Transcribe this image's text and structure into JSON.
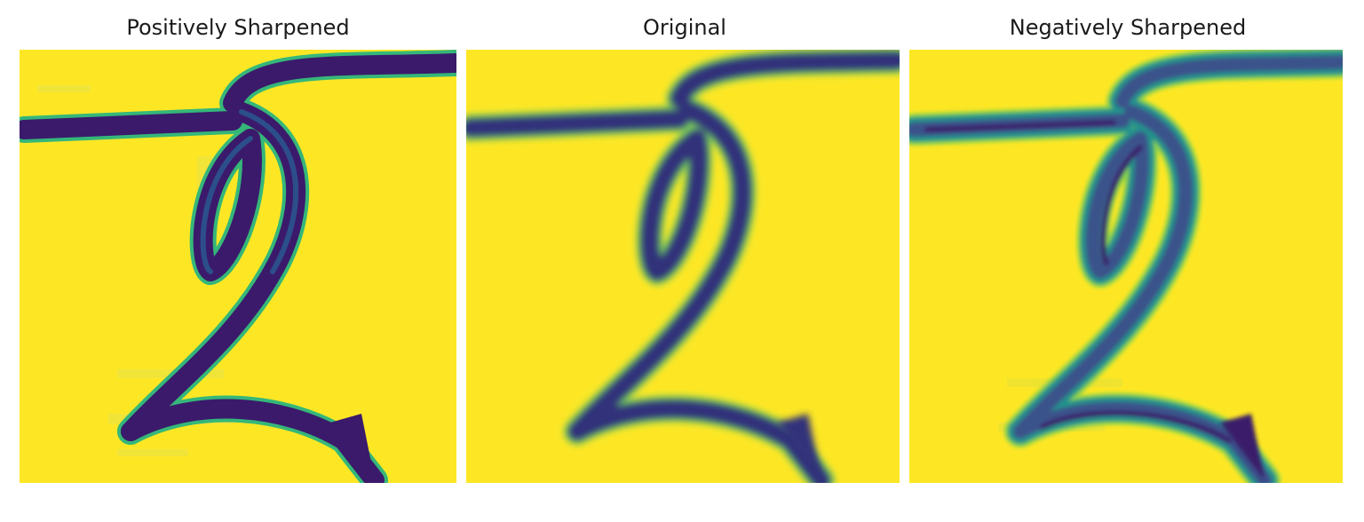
{
  "figure": {
    "panels": [
      {
        "title": "Positively Sharpened",
        "variant": "positive"
      },
      {
        "title": "Original",
        "variant": "original"
      },
      {
        "title": "Negatively Sharpened",
        "variant": "negative"
      }
    ]
  },
  "colors": {
    "background_yellow": "#fde725",
    "stroke_dark": "#3b1a6b",
    "stroke_mid": "#2c4f8b",
    "edge_teal": "#21918c",
    "edge_green": "#35b779"
  }
}
